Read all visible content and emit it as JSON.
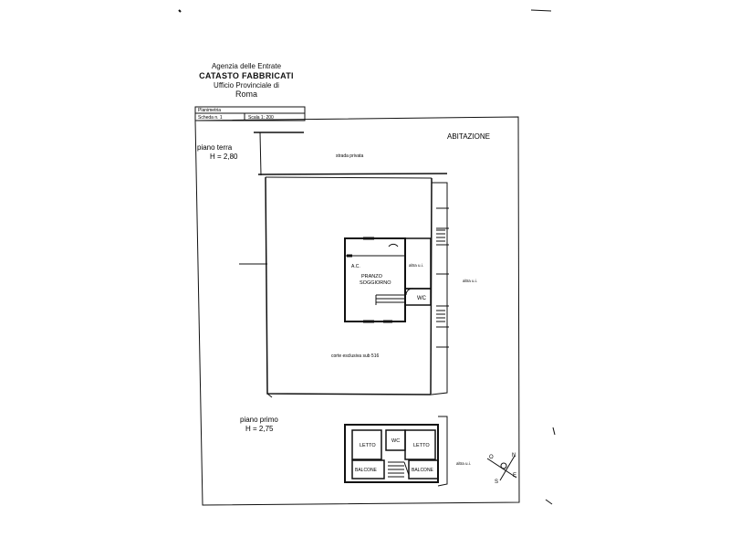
{
  "header": {
    "agency": "Agenzia delle Entrate",
    "catasto": "CATASTO FABBRICATI",
    "office": "Ufficio Provinciale di",
    "city": "Roma"
  },
  "titleblock": {
    "plan_name": "Planimetria",
    "scheda": "Scheda n. 1",
    "scala": "Scala 1: 200"
  },
  "labels": {
    "use": "ABITAZIONE",
    "ground_floor": "piano terra",
    "ground_height": "H = 2,80",
    "strada": "strada privata",
    "ac": "A.C.",
    "pranzo": "PRANZO",
    "soggiorno": "SOGGIORNO",
    "altra_ui_small": "altra u.i.",
    "altra_ui_right": "altra u.i.",
    "wc_ground": "WC",
    "corte": "corte esclusiva sub 516",
    "first_floor": "piano primo",
    "first_height": "H = 2,75",
    "letto_left": "LETTO",
    "wc_first": "WC",
    "letto_right": "LETTO",
    "balcone_left": "BALCONE",
    "balcone_right": "BALCONE",
    "altra_ui_first": "altra u.i."
  },
  "compass": {
    "n": "N",
    "s": "S",
    "e": "E",
    "o": "O"
  },
  "colors": {
    "ink": "#111111",
    "paper": "#ffffff"
  }
}
